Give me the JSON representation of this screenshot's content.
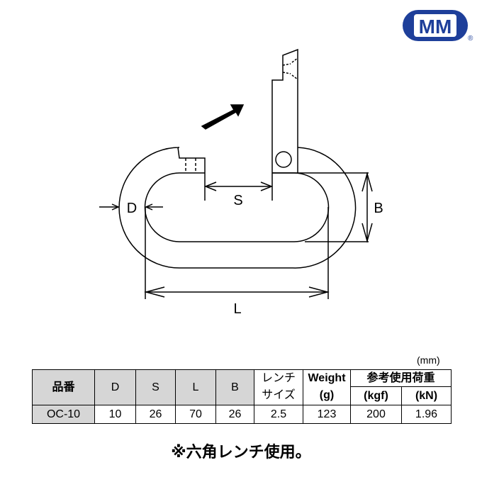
{
  "logo": {
    "text": "MM",
    "registered": "®",
    "color": "#1e3f9a"
  },
  "diagram": {
    "labels": {
      "D": "D",
      "S": "S",
      "L": "L",
      "B": "B"
    }
  },
  "table": {
    "unit": "(mm)",
    "headers": {
      "part_no": "品番",
      "D": "D",
      "S": "S",
      "L": "L",
      "B": "B",
      "wrench_1": "レンチ",
      "wrench_2": "サイズ",
      "weight_1": "Weight",
      "weight_2": "(g)",
      "load": "参考使用荷重",
      "kgf": "(kgf)",
      "kN": "(kN)"
    },
    "rows": [
      {
        "part_no": "OC-10",
        "D": "10",
        "S": "26",
        "L": "70",
        "B": "26",
        "wrench": "2.5",
        "weight": "123",
        "kgf": "200",
        "kN": "1.96"
      }
    ]
  },
  "note": "※六角レンチ使用。"
}
